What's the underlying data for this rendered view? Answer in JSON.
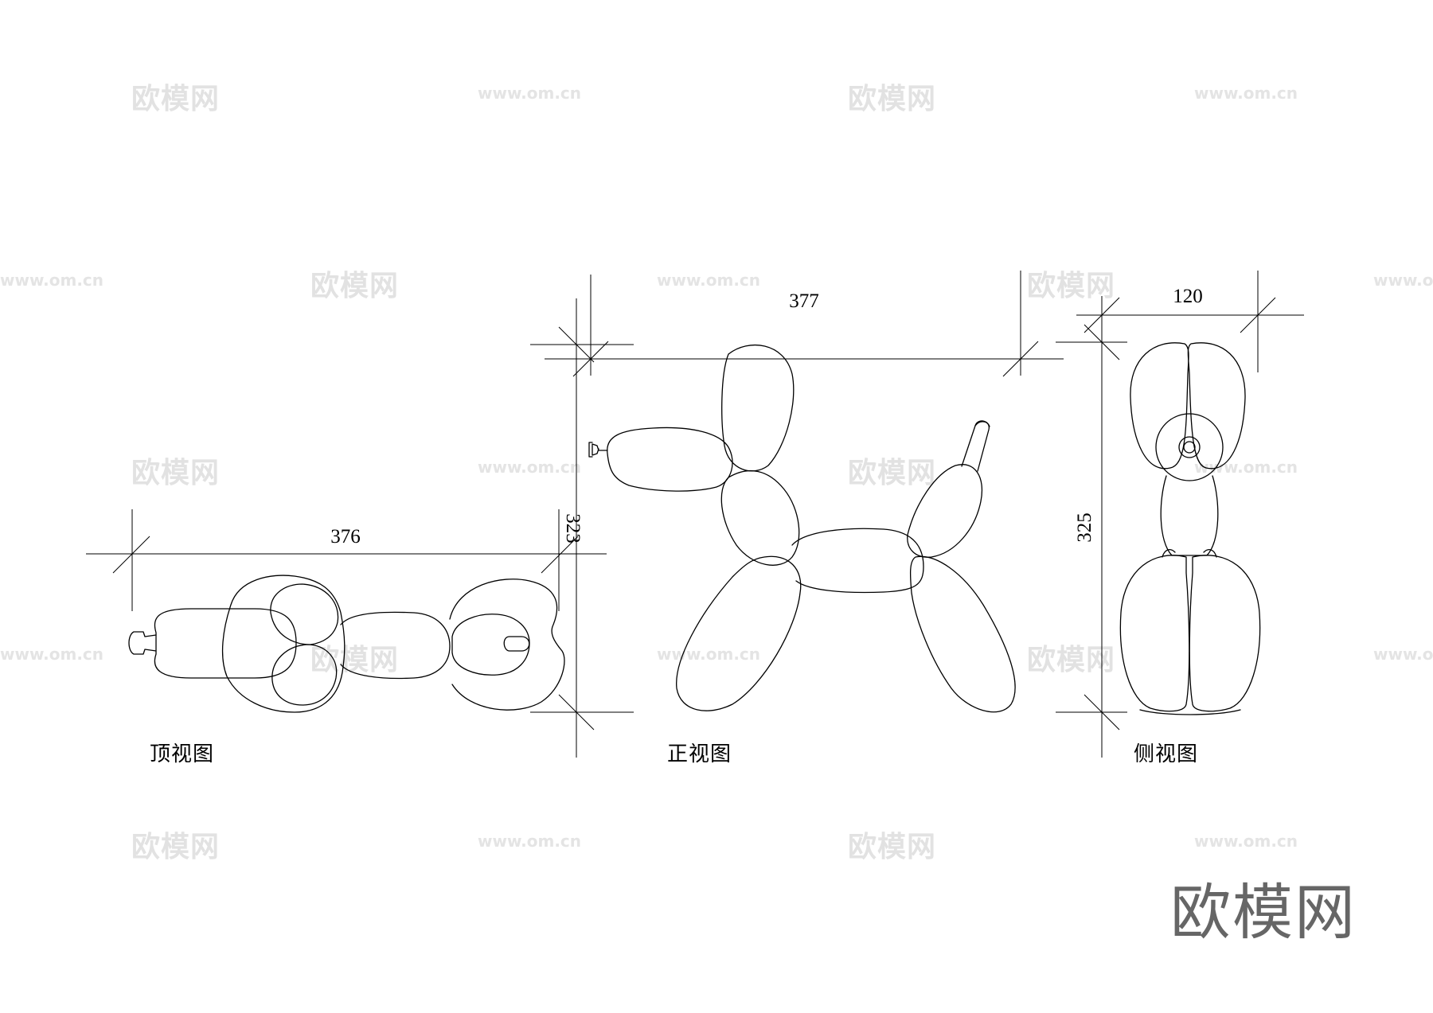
{
  "views": {
    "top": {
      "caption": "顶视图",
      "width": "376"
    },
    "front": {
      "caption": "正视图",
      "width": "377",
      "height": "323"
    },
    "side": {
      "caption": "侧视图",
      "width": "120",
      "height": "325"
    }
  },
  "watermark": {
    "cn": "欧模网",
    "url": "www.om.cn"
  },
  "brand": "欧模网",
  "colors": {
    "line": "#000000",
    "watermark": "#e0e0e0",
    "brand": "#666666"
  }
}
